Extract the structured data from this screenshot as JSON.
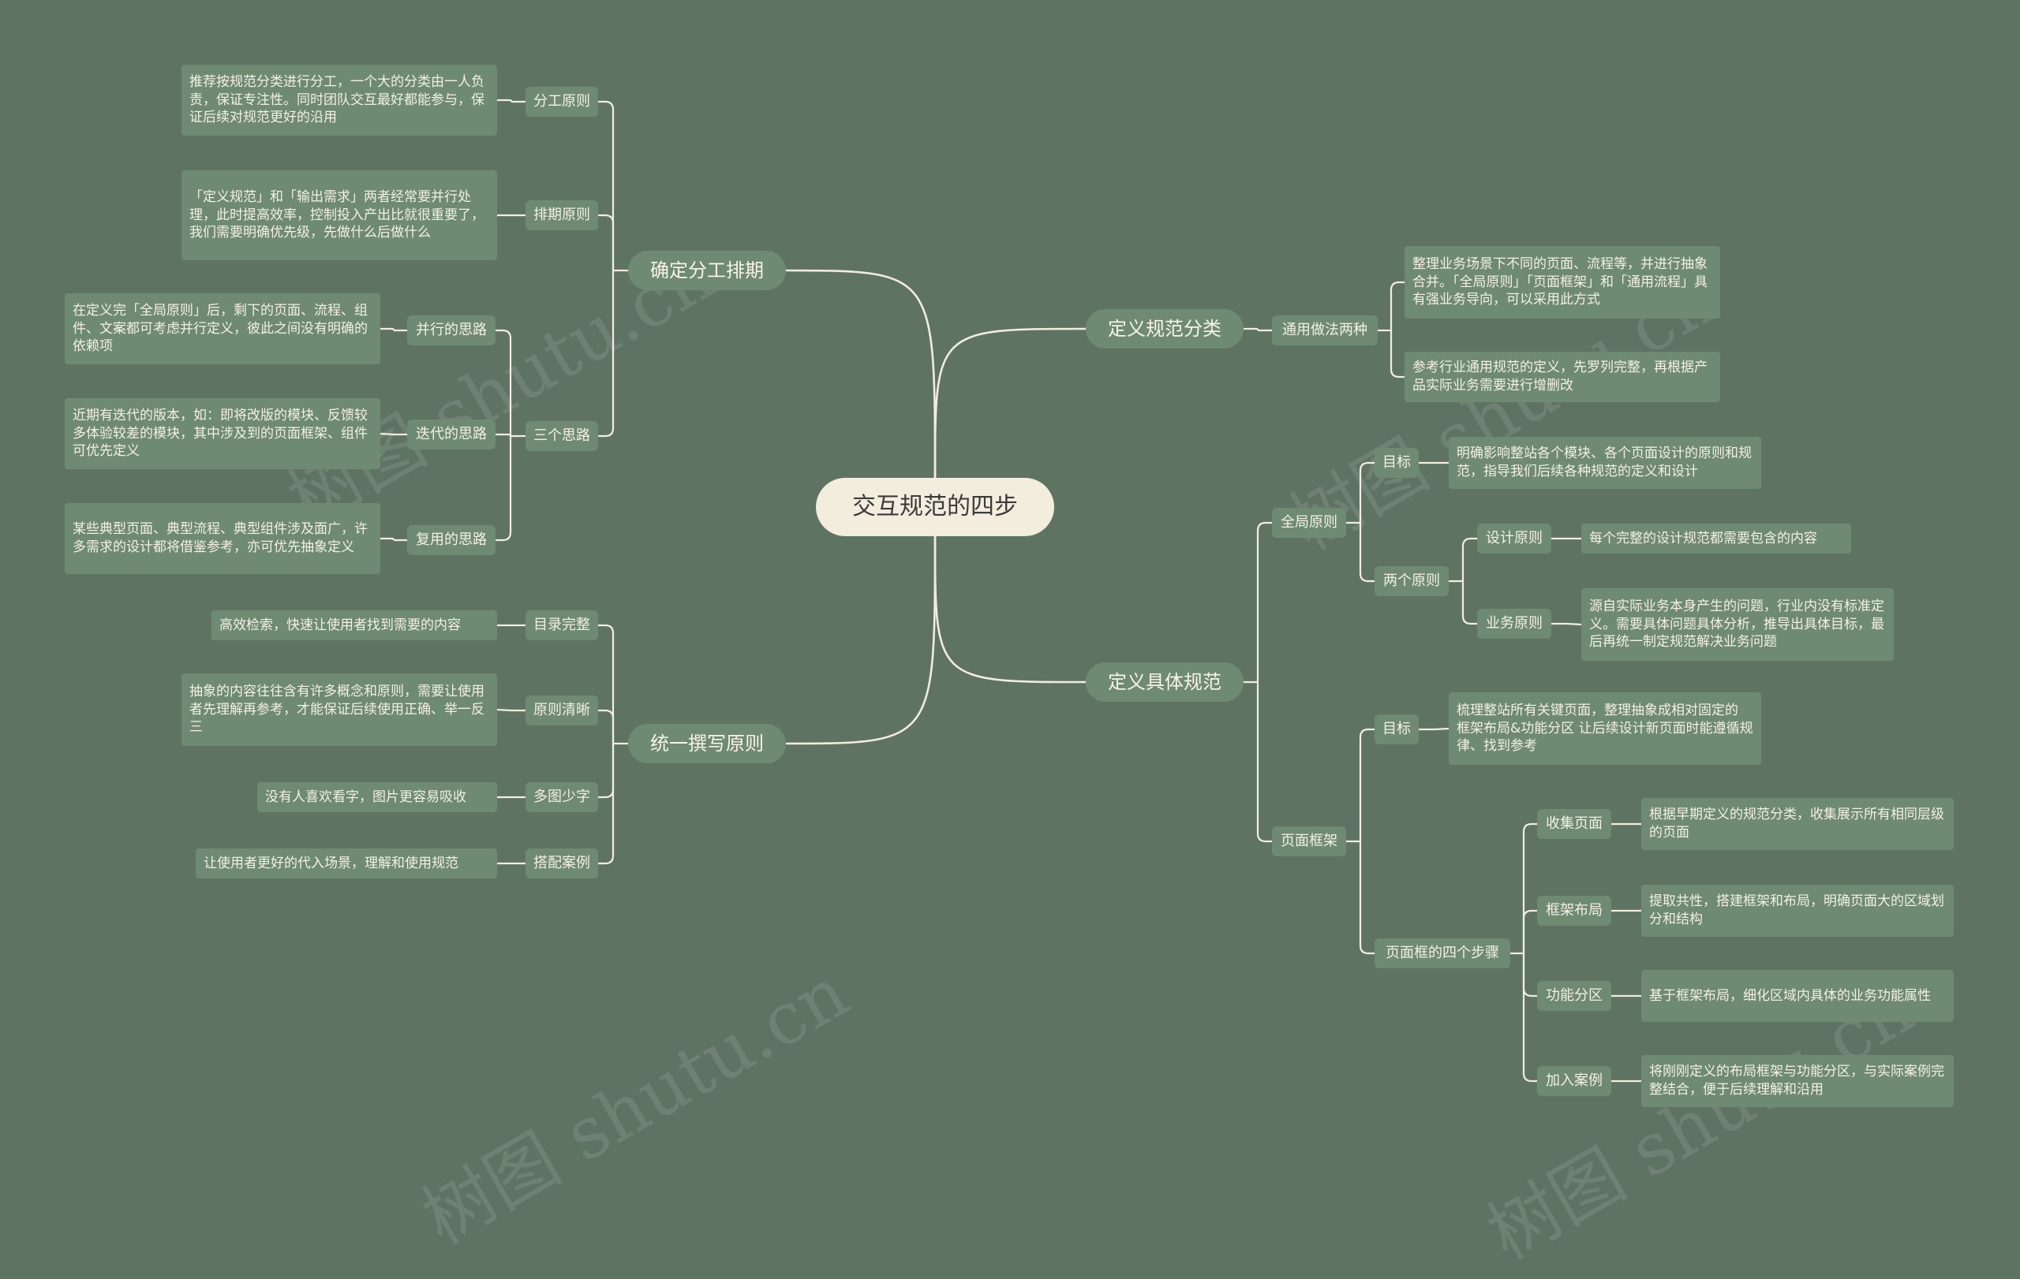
{
  "root": "交互规范的四步",
  "branches": {
    "b1": {
      "label": "确定分工排期",
      "s1": {
        "label": "分工原则",
        "t": "推荐按规范分类进行分工，一个大的分类由一人负责，保证专注性。同时团队交互最好都能参与，保证后续对规范更好的沿用"
      },
      "s2": {
        "label": "排期原则",
        "t": "「定义规范」和「输出需求」两者经常要并行处理，此时提高效率，控制投入产出比就很重要了，我们需要明确优先级，先做什么后做什么"
      },
      "s3": {
        "label": "三个思路",
        "a": {
          "label": "并行的思路",
          "t": "在定义完「全局原则」后，剩下的页面、流程、组件、文案都可考虑并行定义，彼此之间没有明确的依赖项"
        },
        "b": {
          "label": "迭代的思路",
          "t": "近期有迭代的版本，如：即将改版的模块、反馈较多体验较差的模块，其中涉及到的页面框架、组件可优先定义"
        },
        "c": {
          "label": "复用的思路",
          "t": "某些典型页面、典型流程、典型组件涉及面广，许多需求的设计都将借鉴参考，亦可优先抽象定义"
        }
      }
    },
    "b2": {
      "label": "统一撰写原则",
      "s1": {
        "label": "目录完整",
        "t": "高效检索，快速让使用者找到需要的内容"
      },
      "s2": {
        "label": "原则清晰",
        "t": "抽象的内容往往含有许多概念和原则，需要让使用者先理解再参考，才能保证后续使用正确、举一反三"
      },
      "s3": {
        "label": "多图少字",
        "t": "没有人喜欢看字，图片更容易吸收"
      },
      "s4": {
        "label": "搭配案例",
        "t": "让使用者更好的代入场景，理解和使用规范"
      }
    },
    "b3": {
      "label": "定义规范分类",
      "s1": {
        "label": "通用做法两种",
        "t1": "整理业务场景下不同的页面、流程等，并进行抽象合并。「全局原则」「页面框架」和「通用流程」具有强业务导向，可以采用此方式",
        "t2": "参考行业通用规范的定义，先罗列完整，再根据产品实际业务需要进行增删改"
      }
    },
    "b4": {
      "label": "定义具体规范",
      "g": {
        "label": "全局原则",
        "goal": {
          "label": "目标",
          "t": "明确影响整站各个模块、各个页面设计的原则和规范，指导我们后续各种规范的定义和设计"
        },
        "two": {
          "label": "两个原则",
          "d": {
            "label": "设计原则",
            "t": "每个完整的设计规范都需要包含的内容"
          },
          "b": {
            "label": "业务原则",
            "t": "源自实际业务本身产生的问题，行业内没有标准定义。需要具体问题具体分析，推导出具体目标，最后再统一制定规范解决业务问题"
          }
        }
      },
      "p": {
        "label": "页面框架",
        "goal": {
          "label": "目标",
          "t": "梳理整站所有关键页面，整理抽象成相对固定的 框架布局&功能分区 让后续设计新页面时能遵循规律、找到参考"
        },
        "four": {
          "label": "页面框的四个步骤",
          "a": {
            "label": "收集页面",
            "t": "根据早期定义的规范分类，收集展示所有相同层级的页面"
          },
          "b": {
            "label": "框架布局",
            "t": "提取共性，搭建框架和布局，明确页面大的区域划分和结构"
          },
          "c": {
            "label": "功能分区",
            "t": "基于框架布局，细化区域内具体的业务功能属性"
          },
          "d": {
            "label": "加入案例",
            "t": "将刚刚定义的布局框架与功能分区，与实际案例完整结合，便于后续理解和沿用"
          }
        }
      }
    }
  },
  "watermark": "树图 shutu.cn",
  "colors": {
    "background": "#5f7363",
    "node": "#6f8a72",
    "root": "#f2eddd",
    "line": "#f2eddd"
  }
}
